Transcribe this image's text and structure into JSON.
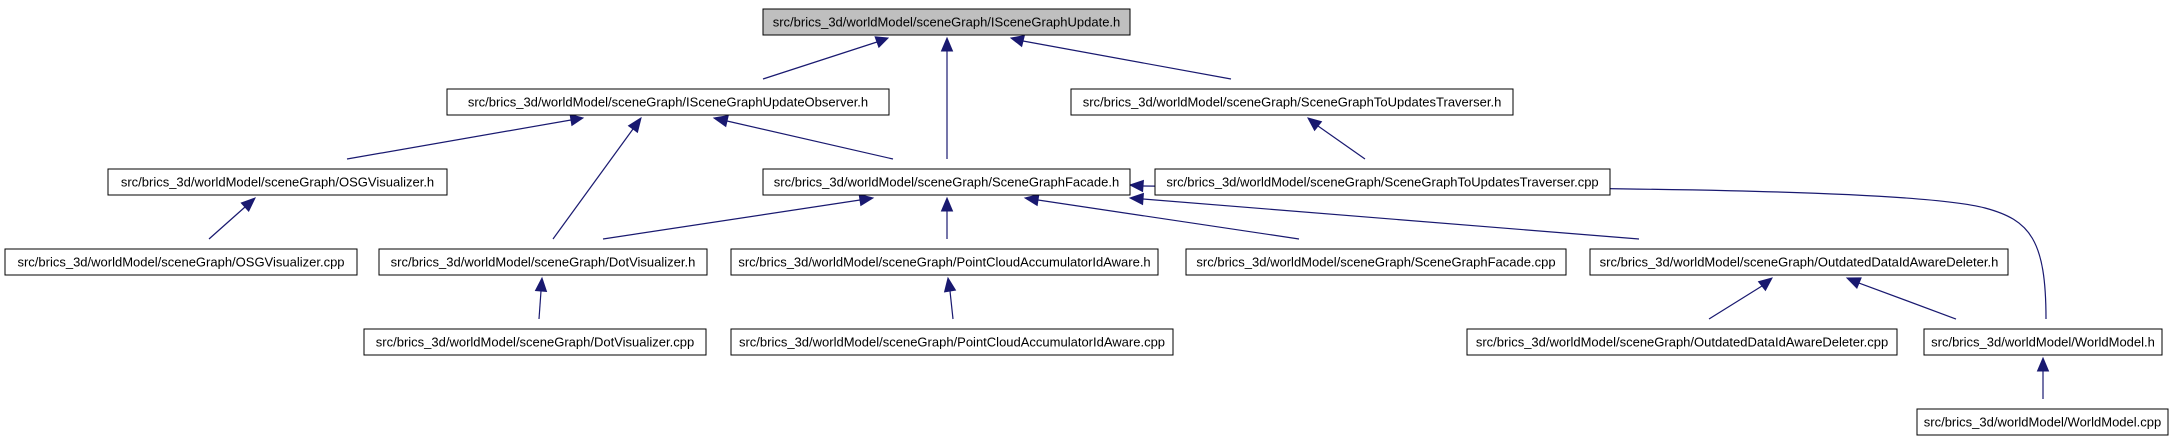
{
  "colors": {
    "edge": "#191970",
    "node_border": "#000000",
    "root_fill": "#bfbfbf",
    "node_fill": "#ffffff",
    "background": "#ffffff"
  },
  "nodes": [
    {
      "id": "isgu_h",
      "label": "src/brics_3d/worldModel/sceneGraph/ISceneGraphUpdate.h",
      "root": true
    },
    {
      "id": "isguo_h",
      "label": "src/brics_3d/worldModel/sceneGraph/ISceneGraphUpdateObserver.h"
    },
    {
      "id": "sgtut_h",
      "label": "src/brics_3d/worldModel/sceneGraph/SceneGraphToUpdatesTraverser.h"
    },
    {
      "id": "osgv_h",
      "label": "src/brics_3d/worldModel/sceneGraph/OSGVisualizer.h"
    },
    {
      "id": "sgf_h",
      "label": "src/brics_3d/worldModel/sceneGraph/SceneGraphFacade.h"
    },
    {
      "id": "sgtut_cpp",
      "label": "src/brics_3d/worldModel/sceneGraph/SceneGraphToUpdatesTraverser.cpp"
    },
    {
      "id": "osgv_cpp",
      "label": "src/brics_3d/worldModel/sceneGraph/OSGVisualizer.cpp"
    },
    {
      "id": "dotv_h",
      "label": "src/brics_3d/worldModel/sceneGraph/DotVisualizer.h"
    },
    {
      "id": "pcaia_h",
      "label": "src/brics_3d/worldModel/sceneGraph/PointCloudAccumulatorIdAware.h"
    },
    {
      "id": "sgf_cpp",
      "label": "src/brics_3d/worldModel/sceneGraph/SceneGraphFacade.cpp"
    },
    {
      "id": "oddad_h",
      "label": "src/brics_3d/worldModel/sceneGraph/OutdatedDataIdAwareDeleter.h"
    },
    {
      "id": "dotv_cpp",
      "label": "src/brics_3d/worldModel/sceneGraph/DotVisualizer.cpp"
    },
    {
      "id": "pcaia_cpp",
      "label": "src/brics_3d/worldModel/sceneGraph/PointCloudAccumulatorIdAware.cpp"
    },
    {
      "id": "oddad_cpp",
      "label": "src/brics_3d/worldModel/sceneGraph/OutdatedDataIdAwareDeleter.cpp"
    },
    {
      "id": "wm_h",
      "label": "src/brics_3d/worldModel/WorldModel.h"
    },
    {
      "id": "wm_cpp",
      "label": "src/brics_3d/worldModel/WorldModel.cpp"
    }
  ],
  "edges": [
    {
      "from": "isguo_h",
      "to": "isgu_h"
    },
    {
      "from": "sgf_h",
      "to": "isgu_h"
    },
    {
      "from": "sgtut_h",
      "to": "isgu_h"
    },
    {
      "from": "osgv_h",
      "to": "isguo_h"
    },
    {
      "from": "dotv_h",
      "to": "isguo_h"
    },
    {
      "from": "sgf_h",
      "to": "isguo_h"
    },
    {
      "from": "sgtut_cpp",
      "to": "sgtut_h"
    },
    {
      "from": "osgv_cpp",
      "to": "osgv_h"
    },
    {
      "from": "dotv_h",
      "to": "sgf_h"
    },
    {
      "from": "pcaia_h",
      "to": "sgf_h"
    },
    {
      "from": "sgf_cpp",
      "to": "sgf_h"
    },
    {
      "from": "oddad_h",
      "to": "sgf_h"
    },
    {
      "from": "wm_h",
      "to": "sgf_h"
    },
    {
      "from": "dotv_cpp",
      "to": "dotv_h"
    },
    {
      "from": "pcaia_cpp",
      "to": "pcaia_h"
    },
    {
      "from": "oddad_cpp",
      "to": "oddad_h"
    },
    {
      "from": "wm_h",
      "to": "oddad_h"
    },
    {
      "from": "wm_cpp",
      "to": "wm_h"
    }
  ]
}
